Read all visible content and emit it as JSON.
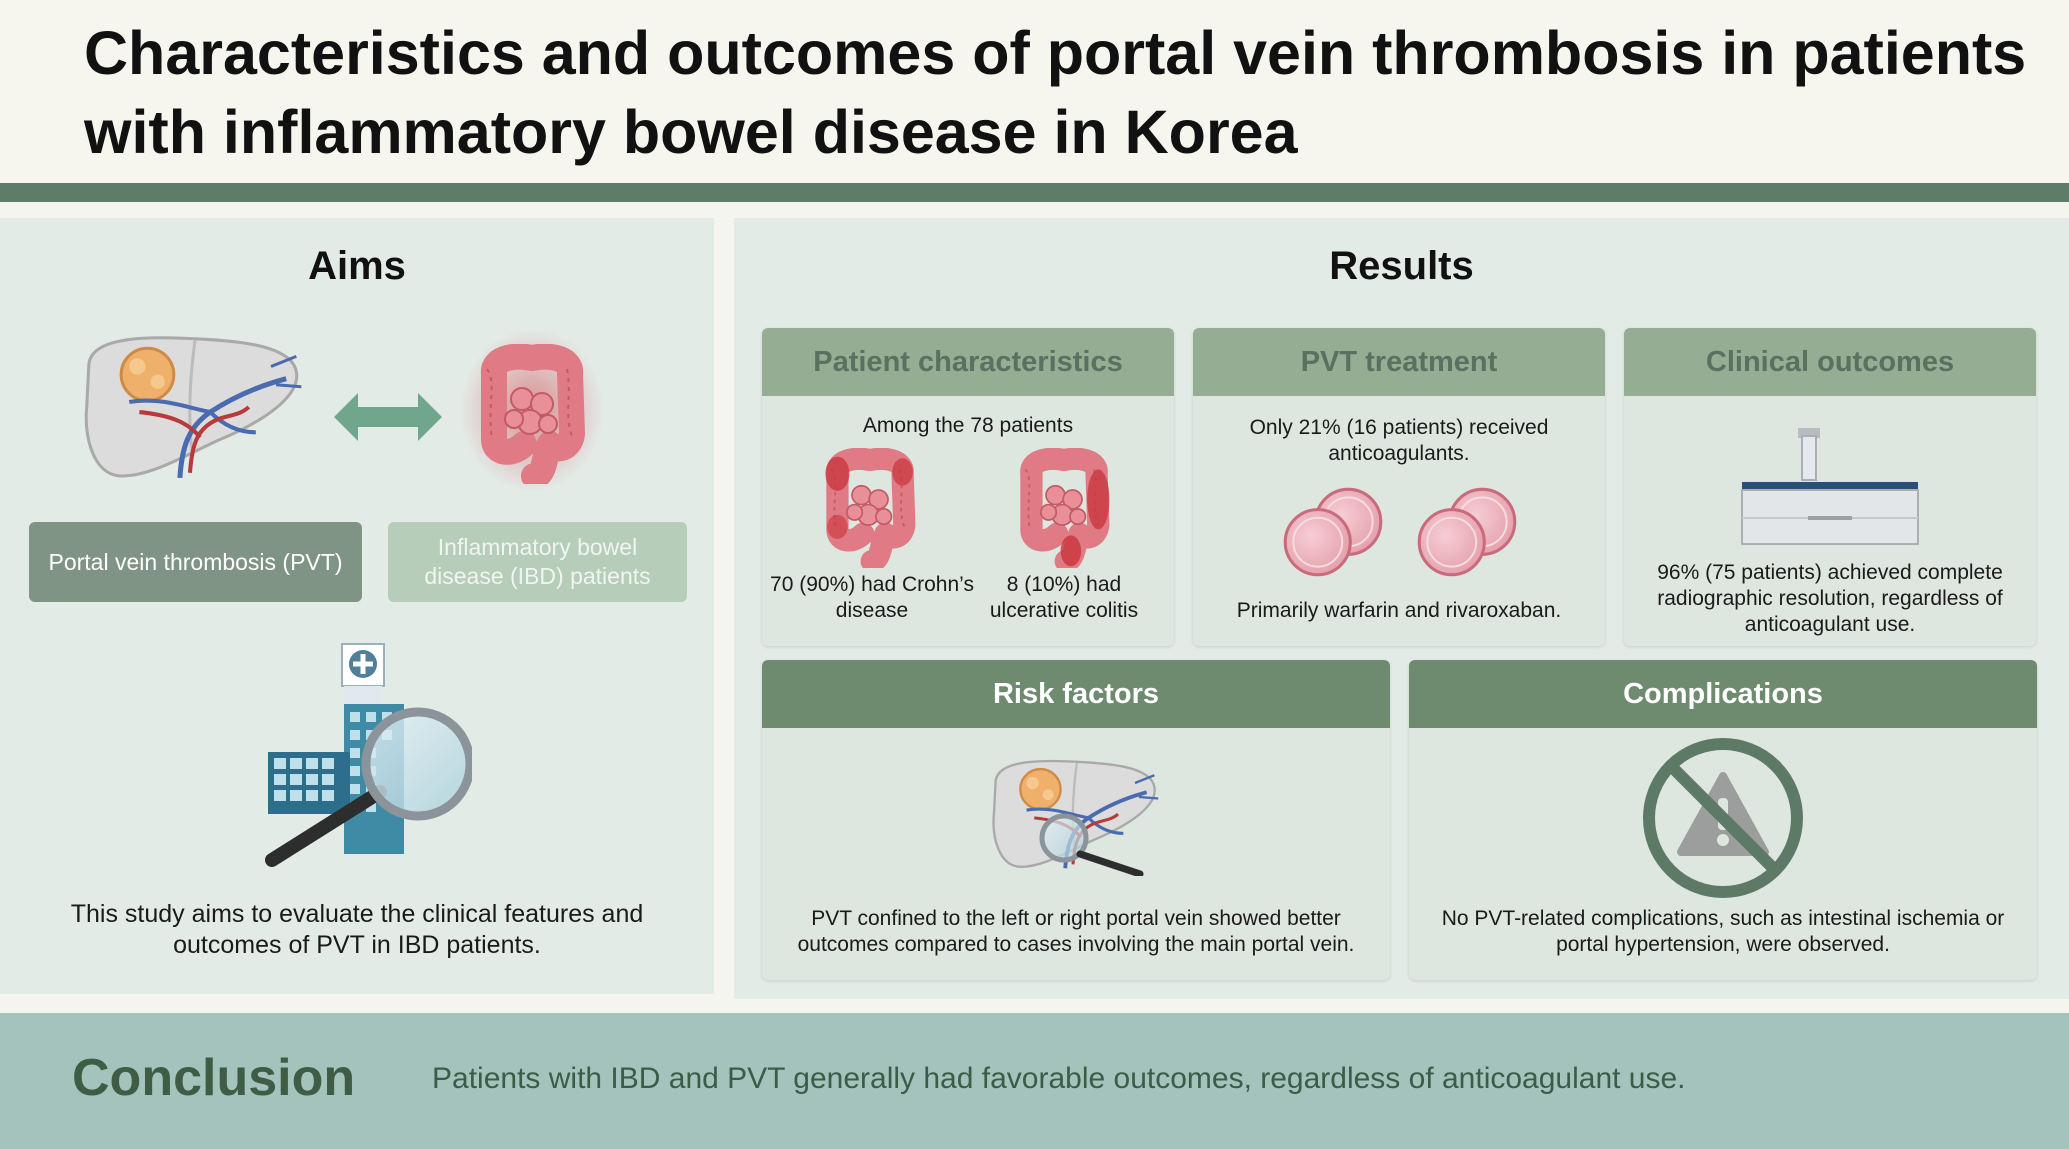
{
  "title": "Characteristics and outcomes of portal vein thrombosis in patients with inflammatory bowel disease in Korea",
  "colors": {
    "band": "#5e7d68",
    "panel": "#e3ebe7",
    "card_header_light": "#95ad93",
    "card_header_dark": "#6e8a6f",
    "conclusion_bg": "#a4c3bd",
    "conclusion_text": "#3f5d45",
    "inflammation_red": "#c9343b"
  },
  "aims": {
    "heading": "Aims",
    "icons": [
      "liver-icon",
      "bidirectional-arrow-icon",
      "colon-icon",
      "hospital-icon",
      "magnifier-icon"
    ],
    "label_pvt": "Portal vein thrombosis (PVT)",
    "label_ibd": "Inflammatory bowel disease (IBD) patients",
    "text": "This study aims to evaluate the clinical features and outcomes of PVT in IBD patients."
  },
  "results": {
    "heading": "Results",
    "patient_characteristics": {
      "header": "Patient characteristics",
      "intro": "Among the 78 patients",
      "crohn": "70 (90%) had Crohn’s disease",
      "uc": "8 (10%) had ulcerative colitis"
    },
    "pvt_treatment": {
      "header": "PVT treatment",
      "text": "Only 21% (16 patients) received anticoagulants.",
      "footer": "Primarily warfarin and rivaroxaban."
    },
    "clinical_outcomes": {
      "header": "Clinical outcomes",
      "text": "96% (75 patients) achieved complete radiographic resolution, regardless of anticoagulant use."
    },
    "risk_factors": {
      "header": "Risk factors",
      "text": "PVT confined to the left or right portal vein showed better outcomes compared to cases involving the main portal vein."
    },
    "complications": {
      "header": "Complications",
      "text": "No PVT-related complications, such as intestinal ischemia or portal hypertension, were observed."
    }
  },
  "conclusion": {
    "label": "Conclusion",
    "text": "Patients with IBD and PVT generally had favorable outcomes, regardless of anticoagulant use."
  }
}
